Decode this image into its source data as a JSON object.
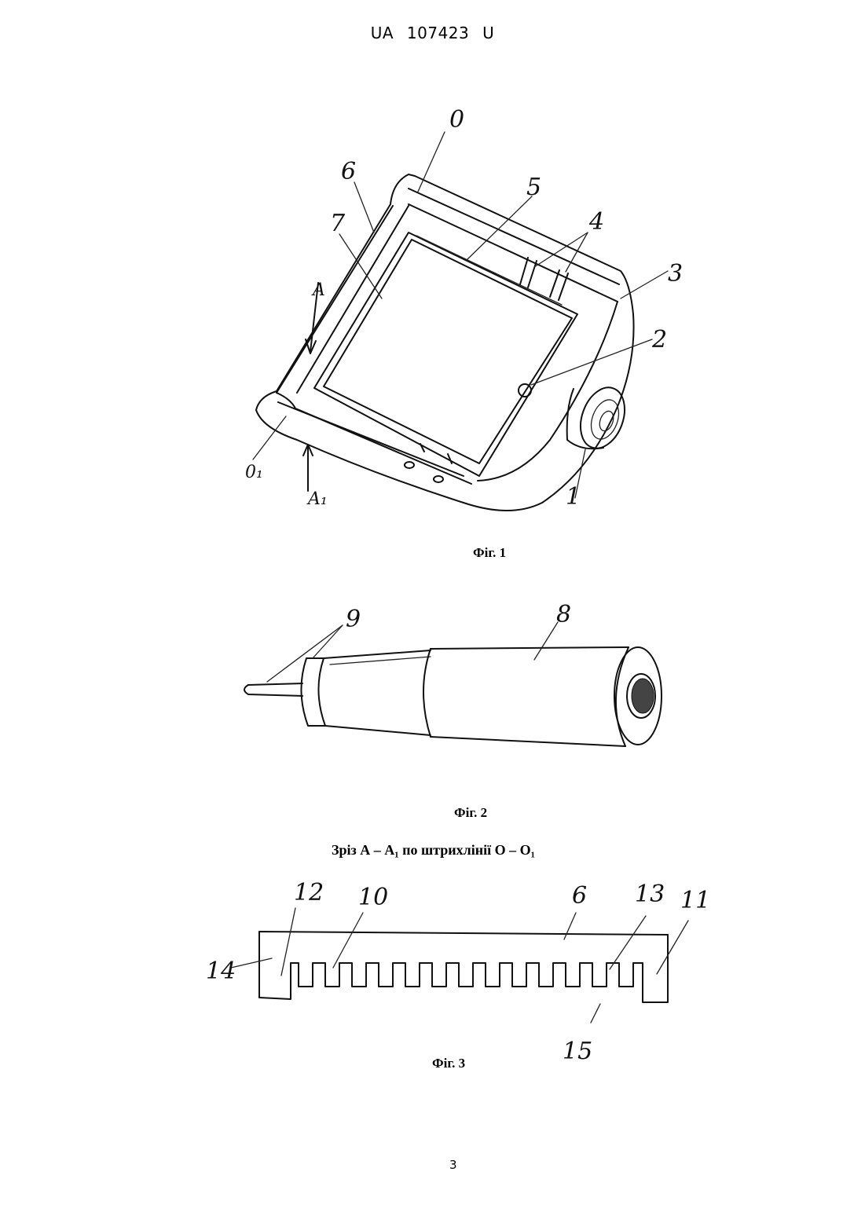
{
  "header": {
    "patent_number": "UA   107423   U"
  },
  "figures": [
    {
      "caption": "Фіг. 1",
      "labels": [
        "0",
        "6",
        "7",
        "5",
        "4",
        "3",
        "2",
        "A",
        "0₁",
        "A₁",
        "1"
      ]
    },
    {
      "caption": "Фіг. 2",
      "labels": [
        "9",
        "8"
      ]
    },
    {
      "caption": "Фіг. 3",
      "section_title": "Зріз А – А₁ по штрихлінії О – О₁",
      "labels": [
        "12",
        "10",
        "6",
        "13",
        "11",
        "14",
        "15"
      ]
    }
  ],
  "page_number": "3"
}
